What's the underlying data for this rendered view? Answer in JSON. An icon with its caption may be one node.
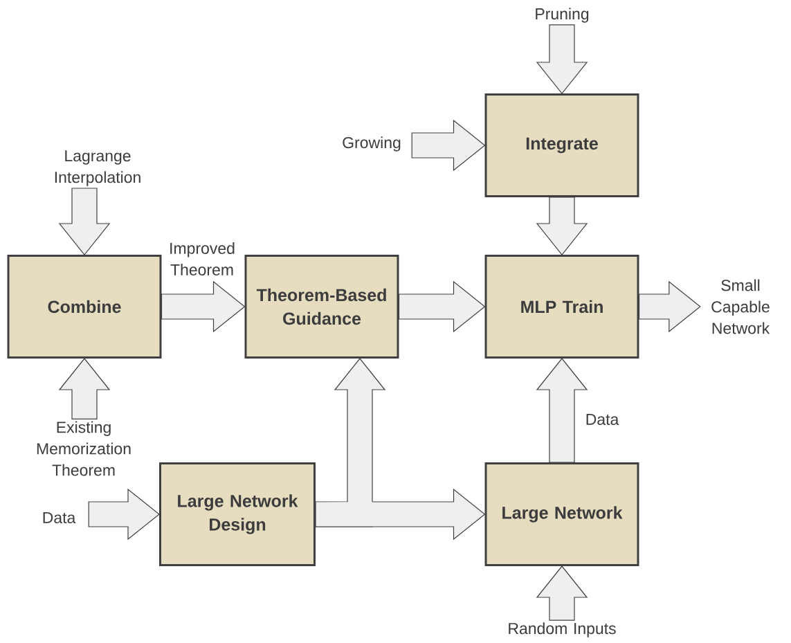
{
  "diagram": {
    "nodes": [
      {
        "text": [
          "Pruning"
        ]
      },
      {
        "text": [
          "Growing"
        ]
      },
      {
        "text": [
          "Integrate"
        ]
      },
      {
        "text": [
          "Lagrange Interpolation"
        ]
      },
      {
        "text": [
          "Combine"
        ]
      },
      {
        "text": [
          "Theorem-Based Guidance"
        ]
      },
      {
        "text": [
          "MLP Train"
        ]
      },
      {
        "text": [
          "Small Capable Network"
        ]
      },
      {
        "text": [
          "Existing Memorization Theorem"
        ]
      },
      {
        "text": [
          "Data"
        ]
      },
      {
        "text": [
          "Large Network Design"
        ]
      },
      {
        "text": [
          "Large Network"
        ]
      },
      {
        "text": [
          "Random Inputs"
        ]
      }
    ],
    "edges": [
      {
        "from": 0,
        "to": 2,
        "arrow": "to"
      },
      {
        "from": 1,
        "to": 2,
        "arrow": "to"
      },
      {
        "from": 2,
        "to": 6,
        "arrow": "to"
      },
      {
        "from": 3,
        "to": 4,
        "arrow": "to"
      },
      {
        "from": 4,
        "to": 5,
        "arrow": "to",
        "label": "Improved Theorem"
      },
      {
        "from": 5,
        "to": 6,
        "arrow": "to"
      },
      {
        "from": 6,
        "to": 7,
        "arrow": "to"
      },
      {
        "from": 8,
        "to": 4,
        "arrow": "to"
      },
      {
        "from": 9,
        "to": 10,
        "arrow": "to"
      },
      {
        "from": 10,
        "to": 5,
        "arrow": "to"
      },
      {
        "from": 10,
        "to": 11,
        "arrow": "to"
      },
      {
        "from": 11,
        "to": 6,
        "arrow": "to",
        "label": "Data"
      },
      {
        "from": 12,
        "to": 11,
        "arrow": "to"
      }
    ]
  }
}
